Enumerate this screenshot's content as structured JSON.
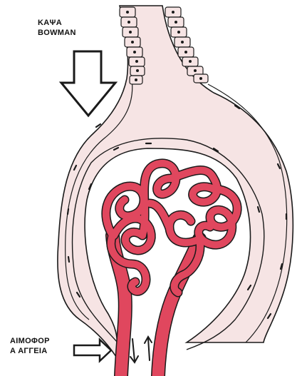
{
  "labels": {
    "capsule": {
      "line1": "ΚΑΨΑ",
      "line2": "BOWMAN"
    },
    "vessels": {
      "line1": "ΑΙΜΟΦΟΡ",
      "line2": "Α ΑΓΓΕΙΑ"
    }
  },
  "colors": {
    "capsule_fill": "#f6e4e4",
    "vessel_red": "#e0475e",
    "outline": "#1a1a1a",
    "background": "#ffffff"
  },
  "icons": {
    "capsule_arrow": "down-arrow-outline",
    "vessel_arrow": "right-arrow-outline",
    "flow_in": "down-arrow",
    "flow_out": "up-arrow"
  }
}
